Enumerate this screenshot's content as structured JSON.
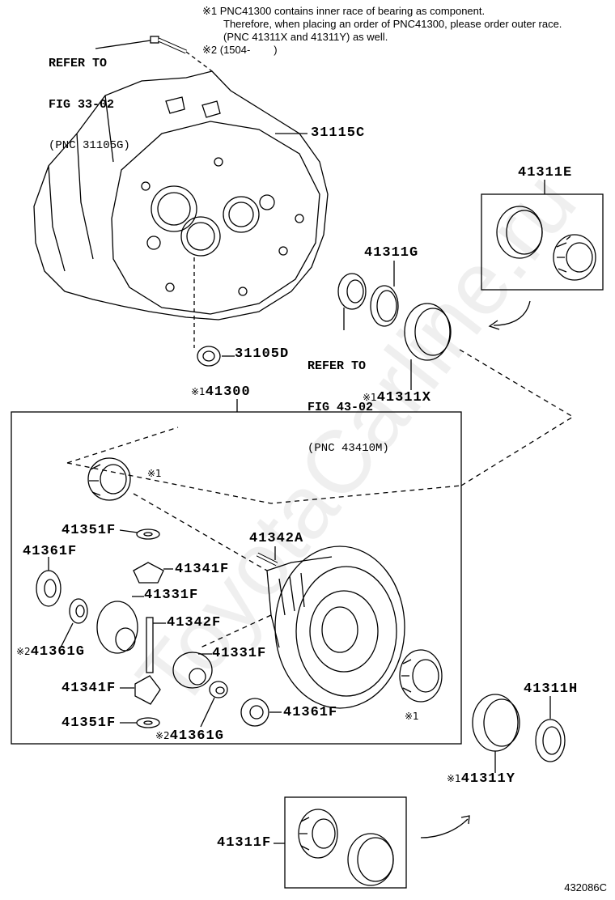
{
  "notes": {
    "line1": "※1 PNC41300 contains inner race of bearing as component.",
    "line2": "Therefore, when placing an order of PNC41300, please order outer race.",
    "line3": "(PNC 41311X and 41311Y) as well.",
    "line4": "※2 (1504-        )"
  },
  "refs": {
    "fig33": {
      "line1": "REFER TO",
      "line2": "FIG 33-02",
      "line3": "(PNC 31105G)"
    },
    "fig43": {
      "line1": "REFER TO",
      "line2": "FIG 43-02",
      "line3": "(PNC 43410M)"
    }
  },
  "marks": {
    "m1": "※1",
    "m2": "※2"
  },
  "parts": {
    "p31115C": "31115C",
    "p31105D": "31105D",
    "p41311E": "41311E",
    "p41311G": "41311G",
    "p41311X": "41311X",
    "p41300": "41300",
    "p41351F_a": "41351F",
    "p41361F_a": "41361F",
    "p41342A": "41342A",
    "p41341F_a": "41341F",
    "p41331F_a": "41331F",
    "p41342F": "41342F",
    "p41361G_a": "41361G",
    "p41331F_b": "41331F",
    "p41341F_b": "41341F",
    "p41361F_b": "41361F",
    "p41351F_b": "41351F",
    "p41361G_b": "41361G",
    "p41311H": "41311H",
    "p41311Y": "41311Y",
    "p41311F": "41311F"
  },
  "diagram_id": "432086C",
  "watermark": "ToyotaCarline.ru"
}
